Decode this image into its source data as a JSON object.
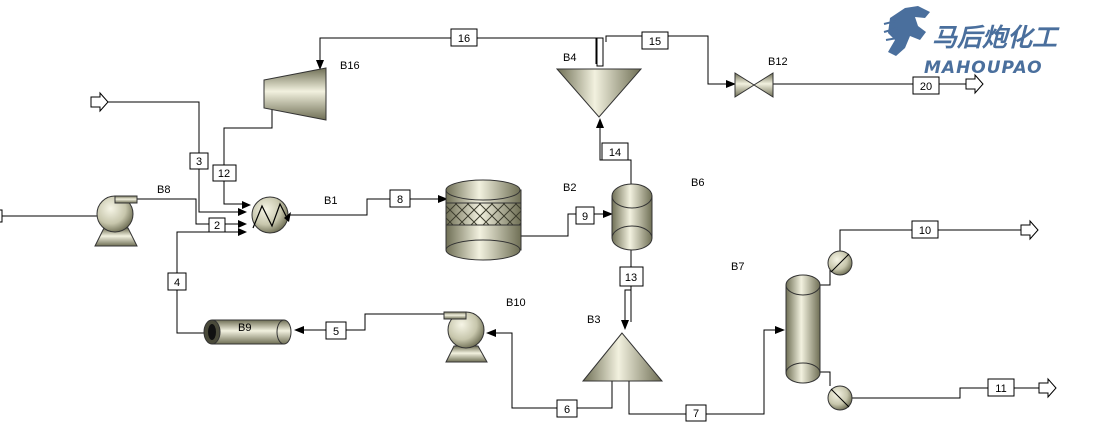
{
  "brand": {
    "name_cn": "马后炮化工",
    "name_en": "MAHOUPAO",
    "color": "#4a6f9d"
  },
  "colors": {
    "equipment_light": "#f2f1df",
    "equipment_dark": "#6f6f55",
    "line": "#000000"
  },
  "blocks": {
    "B1": "B1",
    "B2": "B2",
    "B3": "B3",
    "B4": "B4",
    "B6": "B6",
    "B7": "B7",
    "B8": "B8",
    "B9": "B9",
    "B10": "B10",
    "B12": "B12",
    "B16": "B16"
  },
  "streams": {
    "s2": "2",
    "s3": "3",
    "s4": "4",
    "s5": "5",
    "s6": "6",
    "s7": "7",
    "s8": "8",
    "s9": "9",
    "s10": "10",
    "s11": "11",
    "s12": "12",
    "s13": "13",
    "s14": "14",
    "s15": "15",
    "s16": "16",
    "s20": "20"
  }
}
